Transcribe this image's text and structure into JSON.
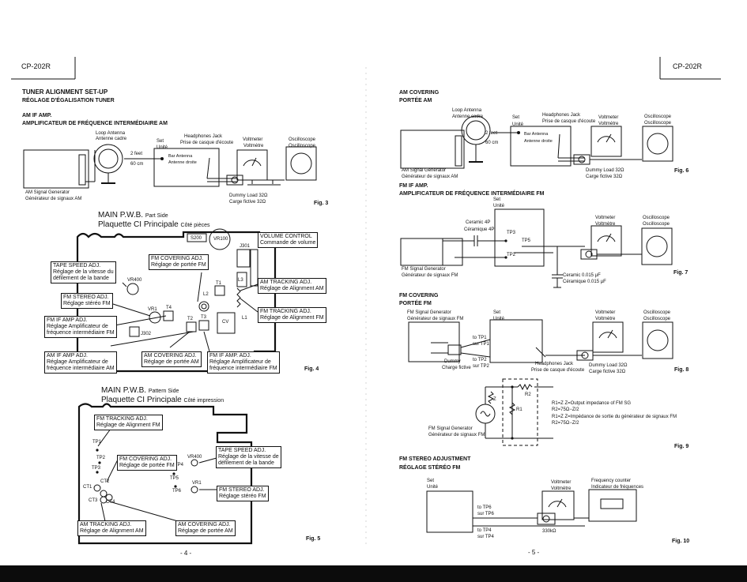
{
  "header": {
    "left_model": "CP-202R",
    "right_model": "CP-202R"
  },
  "left": {
    "title": "TUNER ALIGNMENT SET-UP",
    "title_fr": "RÉGLAGE D'ÉGALISATION TUNER",
    "am_if": {
      "title": "AM IF AMP.",
      "title_fr": "AMPLIFICATEUR DE FRÉQUENCE INTERMÉDIAIRE AM"
    },
    "fig3": {
      "loop": "Loop Antenna",
      "loop_fr": "Antenne cadre",
      "set": "Set",
      "set_fr": "Unité",
      "dist1": "2 feet",
      "dist2": "60 cm",
      "bar": "Bar Antenna",
      "bar_fr": "Antenne droite",
      "hp": "Headphones Jack",
      "hp_fr": "Prise de casque d'écoute",
      "volt": "Voltmeter",
      "volt_fr": "Voltmètre",
      "osc": "Oscilloscope",
      "osc_fr": "Oscilloscope",
      "gen": "AM Signal Generator",
      "gen_fr": "Générateur de signaux AM",
      "load": "Dummy Load 32Ω",
      "load_fr": "Carge fictive 32Ω",
      "label": "Fig. 3"
    },
    "fig4": {
      "title1": "MAIN P.W.B.",
      "title1b": "Part Side",
      "title2": "Plaquette CI Principale",
      "title2b": "Côté pièces",
      "s200": "S200",
      "vr100": "VR100",
      "j301": "J301",
      "l3": "L3",
      "t1": "T1",
      "l2": "L2",
      "t4": "T4",
      "t2": "T2",
      "t3": "T3",
      "cv": "CV",
      "l1": "L1",
      "vr1": "VR1",
      "vr400": "VR400",
      "j302": "J302",
      "vol": [
        "VOLUME CONTROL",
        "Commande de volume"
      ],
      "fmcov": [
        "FM COVERING ADJ.",
        "Réglage de portée FM"
      ],
      "tape": [
        "TAPE SPEED ADJ.",
        "Réglage de la vitesse du",
        "défilement de la bande"
      ],
      "amtrack": [
        "AM TRACKING ADJ.",
        "Réglage de Alignment AM"
      ],
      "fmstereo": [
        "FM STEREO ADJ.",
        "Réglage stéréo FM"
      ],
      "fmtrack": [
        "FM TRACKING ADJ.",
        "Réglage de Alignment FM"
      ],
      "fmif": [
        "FM IF AMP ADJ.",
        "Réglage Amplificateur de",
        "fréquence intermédiaire FM"
      ],
      "amif": [
        "AM IF AMP ADJ.",
        "Réglage Amplificateur de",
        "fréquence intermédiaire AM"
      ],
      "amcov": [
        "AM COVERING ADJ.",
        "Réglage de portée AM"
      ],
      "fmif2": [
        "FM IF AMP. ADJ.",
        "Réglage Amplificateur de",
        "fréquence intermédiaire FM"
      ],
      "label": "Fig. 4"
    },
    "fig5": {
      "title1": "MAIN P.W.B.",
      "title1b": "Pattern Side",
      "title2": "Plaquette CI Principale",
      "title2b": "Côté impression",
      "tp1": "TP1",
      "tp2": "TP2",
      "tp3": "TP3",
      "tp4": "TP4",
      "tp5": "TP5",
      "tp6": "TP6",
      "ct1": "CT1",
      "ct2": "CT2",
      "ct3": "CT3",
      "ct4": "CT4",
      "vr400": "VR400",
      "vr1": "VR1",
      "fmtrack": [
        "FM TRACKING ADJ.",
        "Réglage de Alignment FM"
      ],
      "fmcov": [
        "FM COVERING ADJ.",
        "Réglage de portée FM"
      ],
      "tape": [
        "TAPE SPEED ADJ.",
        "Réglage de la vitesse de",
        "défilement de la bande"
      ],
      "fmstereo": [
        "FM STEREO ADJ.",
        "Réglage stéréo FM"
      ],
      "amtrack": [
        "AM TRACKING ADJ.",
        "Réglage de Alignment AM"
      ],
      "amcov": [
        "AM COVERING ADJ.",
        "Réglage de portée AM"
      ],
      "label": "Fig. 5"
    },
    "page": "- 4 -"
  },
  "right": {
    "amcov": {
      "title": "AM COVERING",
      "title_fr": "PORTÉE AM"
    },
    "fig6": {
      "loop": "Loop Antenna",
      "loop_fr": "Antenne cadre",
      "set": "Set",
      "set_fr": "Unité",
      "dist1": "2 feet",
      "dist2": "60 cm",
      "bar": "Bar Antenna",
      "bar_fr": "Antenne droite",
      "hp": "Headphones Jack",
      "hp_fr": "Prise de casque d'écoute",
      "volt": "Voltmeter",
      "volt_fr": "Voltmètre",
      "osc": "Oscilloscope",
      "osc_fr": "Oscilloscope",
      "gen": "AM Signal Generator",
      "gen_fr": "Générateur de signaux AM",
      "load": "Dummy Load 32Ω",
      "load_fr": "Carge fictive 32Ω",
      "label": "Fig. 6"
    },
    "fmif": {
      "title": "FM IF AMP.",
      "title_fr": "AMPLIFICATEUR DE FRÉQUENCE INTERMÉDIAIRE FM"
    },
    "fig7": {
      "set": "Set",
      "set_fr": "Unité",
      "cer": "Ceramic 4P",
      "cer_fr": "Céramique 4P",
      "tp3": "TP3",
      "tp5": "TP5",
      "tp2": "TP2",
      "volt": "Voltmeter",
      "volt_fr": "Voltmètre",
      "osc": "Oscilloscope",
      "osc_fr": "Oscilloscope",
      "gen": "FM Signal Generator",
      "gen_fr": "Générateur de signaux FM",
      "cap": "Ceramic 0.015 μF",
      "cap_fr": "Céramique 0.015 μF",
      "label": "Fig. 7"
    },
    "fmcov": {
      "title": "FM COVERING",
      "title_fr": "PORTÉE FM"
    },
    "fig8": {
      "gen": "FM Signal Generator",
      "gen_fr": "Générateur de signaux FM",
      "set": "Set",
      "set_fr": "Unité",
      "volt": "Voltmeter",
      "volt_fr": "Voltmètre",
      "osc": "Oscilloscope",
      "osc_fr": "Oscilloscope",
      "tp1": "to TP1",
      "tp1_fr": "sur TP1",
      "tp2": "to TP2",
      "tp2_fr": "sur TP2",
      "dummy": "Dummy",
      "dummy_fr": "Charge fictive",
      "hp": "Headphones Jack",
      "hp_fr": "Prise de casque d'écoute",
      "load": "Dummy Load 32Ω",
      "load_fr": "Carge fictive 32Ω",
      "label": "Fig. 8"
    },
    "fig9": {
      "z": "Z",
      "r1": "R1",
      "r2": "R2",
      "eq1": "R1=Z Z=Output impedance of FM SG",
      "eq2": "R2=75Ω−Z/2",
      "eq3": "R1=Z Z=Impédance de sortie du générateur de signaux FM",
      "eq4": "R2=75Ω−Z/2",
      "gen": "FM Signal Generator",
      "gen_fr": "Générateur de signaux FM",
      "label": "Fig. 9"
    },
    "fmstereo": {
      "title": "FM STEREO ADJUSTMENT",
      "title_fr": "RÉGLAGE STÉRÉO FM"
    },
    "fig10": {
      "set": "Set",
      "set_fr": "Unité",
      "volt": "Voltmeter",
      "volt_fr": "Voltmètre",
      "fc": "Frequency counter",
      "fc_fr": "Indicateur de fréquences",
      "tp6": "to TP6",
      "tp6_fr": "sur TP6",
      "tp4": "to TP4",
      "tp4_fr": "sur TP4",
      "res": "330kΩ",
      "label": "Fig. 10"
    },
    "page": "- 5 -"
  }
}
